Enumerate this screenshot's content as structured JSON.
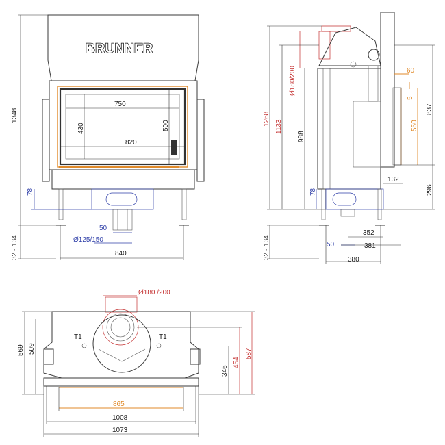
{
  "brand": "BRUNNER",
  "colors": {
    "black_dim": "#333333",
    "blue_dim": "#2f3fa8",
    "red_dim": "#c43030",
    "orange_dim": "#e08a2a"
  },
  "front_view": {
    "height_total": "1348",
    "adjust_range": "32 - 134",
    "blue_height": "78",
    "glass_width_inner": "750",
    "glass_height_inner": "430",
    "glass_height_outer": "500",
    "glass_width_outer": "820",
    "flue_offset": "50",
    "flue_diameter": "Ø125/150",
    "base_width": "840"
  },
  "side_view": {
    "flue_diameter": "Ø180/200",
    "height_1268": "1268",
    "height_1133": "1133",
    "height_988": "988",
    "blue_height": "78",
    "adjust_range": "32 - 134",
    "dim_60": "60",
    "dim_5": "5",
    "dim_550": "550",
    "dim_837": "837",
    "dim_132": "132",
    "dim_296": "296",
    "dim_352": "352",
    "dim_50": "50",
    "dim_381": "381",
    "dim_380": "380"
  },
  "top_view": {
    "flue_diameter": "Ø180 /200",
    "t1_left": "T1",
    "t1_right": "T1",
    "depth_569": "569",
    "depth_509": "509",
    "dim_346": "346",
    "dim_454": "454",
    "dim_587": "587",
    "width_865": "865",
    "width_1008": "1008",
    "width_1073": "1073"
  }
}
